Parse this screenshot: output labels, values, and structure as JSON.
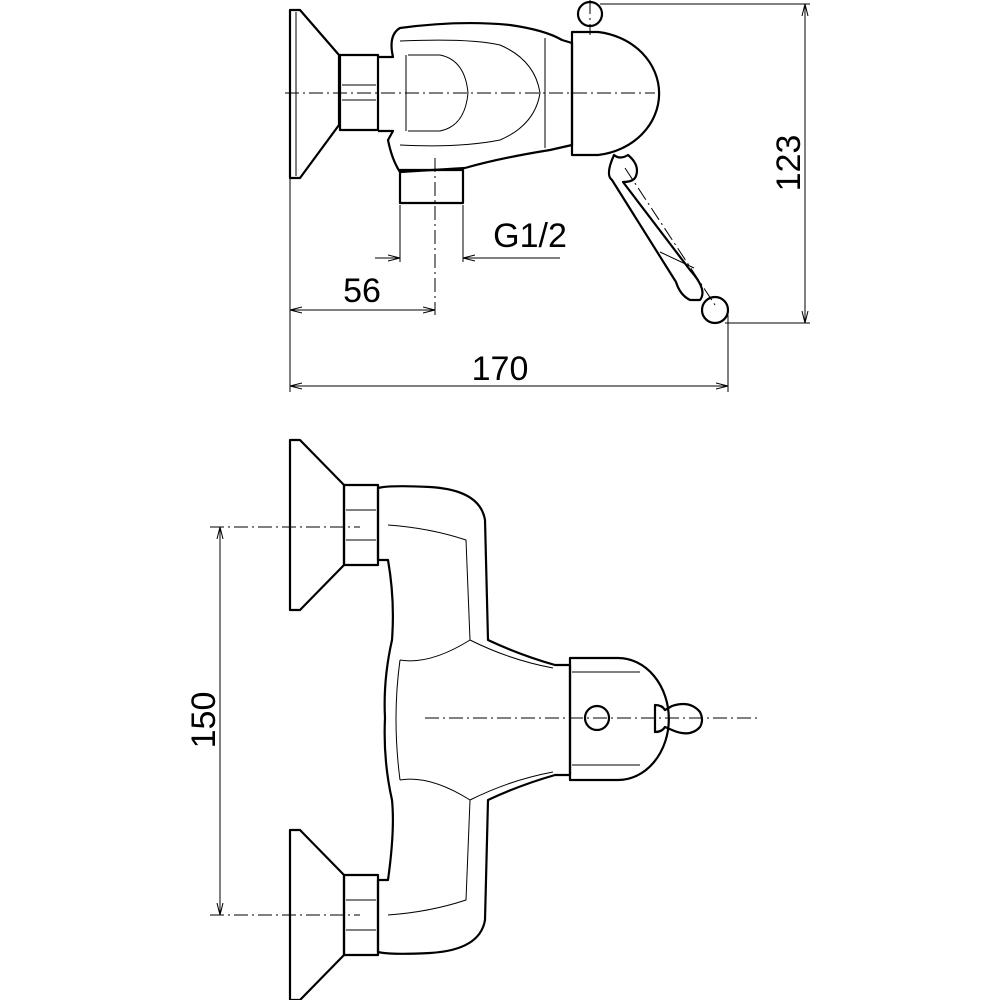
{
  "drawing": {
    "side_view": {
      "dim_height": "123",
      "dim_thread": "G1/2",
      "dim_outlet": "56",
      "dim_depth": "170"
    },
    "front_view": {
      "dim_centers": "150"
    },
    "line_color": "#000000",
    "background": "#ffffff"
  }
}
